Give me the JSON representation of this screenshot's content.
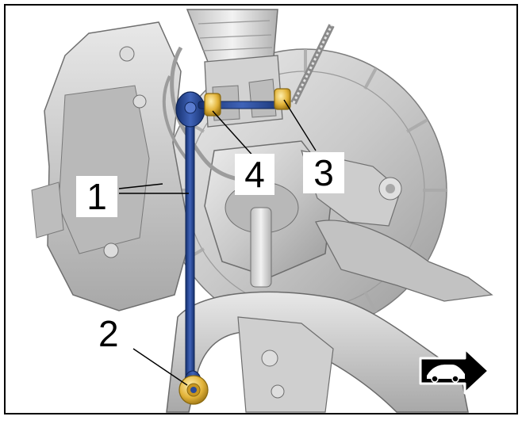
{
  "callouts": [
    {
      "id": "1",
      "label": "1"
    },
    {
      "id": "2",
      "label": "2"
    },
    {
      "id": "3",
      "label": "3"
    },
    {
      "id": "4",
      "label": "4"
    }
  ],
  "direction_sign": {
    "icon": "car-forward-arrow-icon"
  },
  "colors": {
    "frame": "#000000",
    "stabilizer_link": "#1f3f8f",
    "fastener": "#e3b43a",
    "metal": "#c4c4c4",
    "metal_dark": "#8f8f8f",
    "metal_light": "#e6e6e6"
  }
}
